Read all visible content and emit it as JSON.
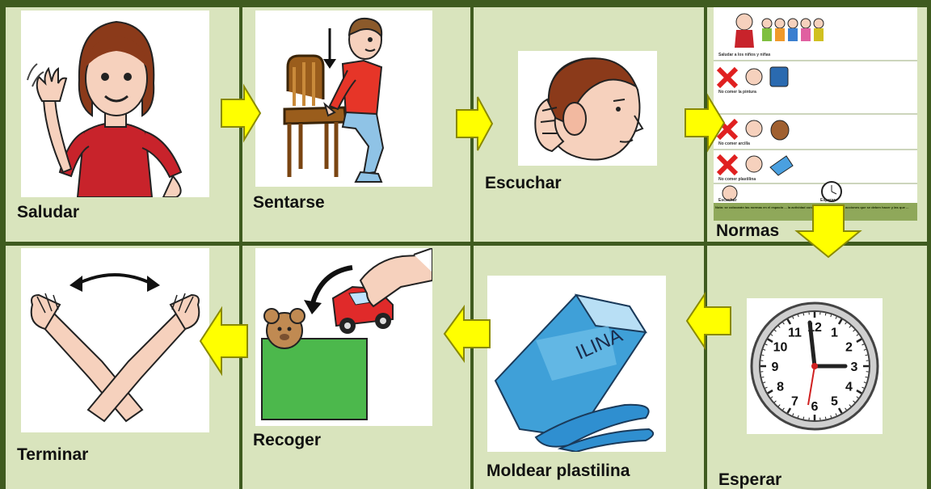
{
  "steps": [
    {
      "id": "saludar",
      "label": "Saludar",
      "icon": "waving-girl-icon"
    },
    {
      "id": "sentarse",
      "label": "Sentarse",
      "icon": "boy-sitting-on-chair-icon"
    },
    {
      "id": "escuchar",
      "label": "Escuchar",
      "icon": "listening-head-icon"
    },
    {
      "id": "normas",
      "label": "Normas",
      "icon": "rules-sheet-icon"
    },
    {
      "id": "esperar",
      "label": "Esperar",
      "icon": "wall-clock-icon"
    },
    {
      "id": "moldear",
      "label": "Moldear plastilina",
      "icon": "plasticine-pack-icon"
    },
    {
      "id": "recoger",
      "label": "Recoger",
      "icon": "toys-in-box-icon"
    },
    {
      "id": "terminar",
      "label": "Terminar",
      "icon": "crossed-hands-icon"
    }
  ],
  "normas_sheet": {
    "rows": [
      "Saludar a los niños y niñas",
      "No comer la pintura",
      "No comer arcilla",
      "No comer plastilina"
    ],
    "bottom_left": "Escuchar",
    "bottom_right": "Esperar",
    "note": "Nota: se colocarán las normas en el espacio ... la actividad con el fin de recordar las acciones que se deben hacer y las que ..."
  },
  "icons": {
    "plasticine_text": "ILINA",
    "clock_numbers": [
      "12",
      "1",
      "2",
      "3",
      "4",
      "5",
      "6",
      "7",
      "8",
      "9",
      "10",
      "11"
    ]
  },
  "colors": {
    "background": "#d9e4bd",
    "grid": "#3f5b1f",
    "arrow_fill": "#ffff00",
    "arrow_stroke": "#8a8a00"
  }
}
